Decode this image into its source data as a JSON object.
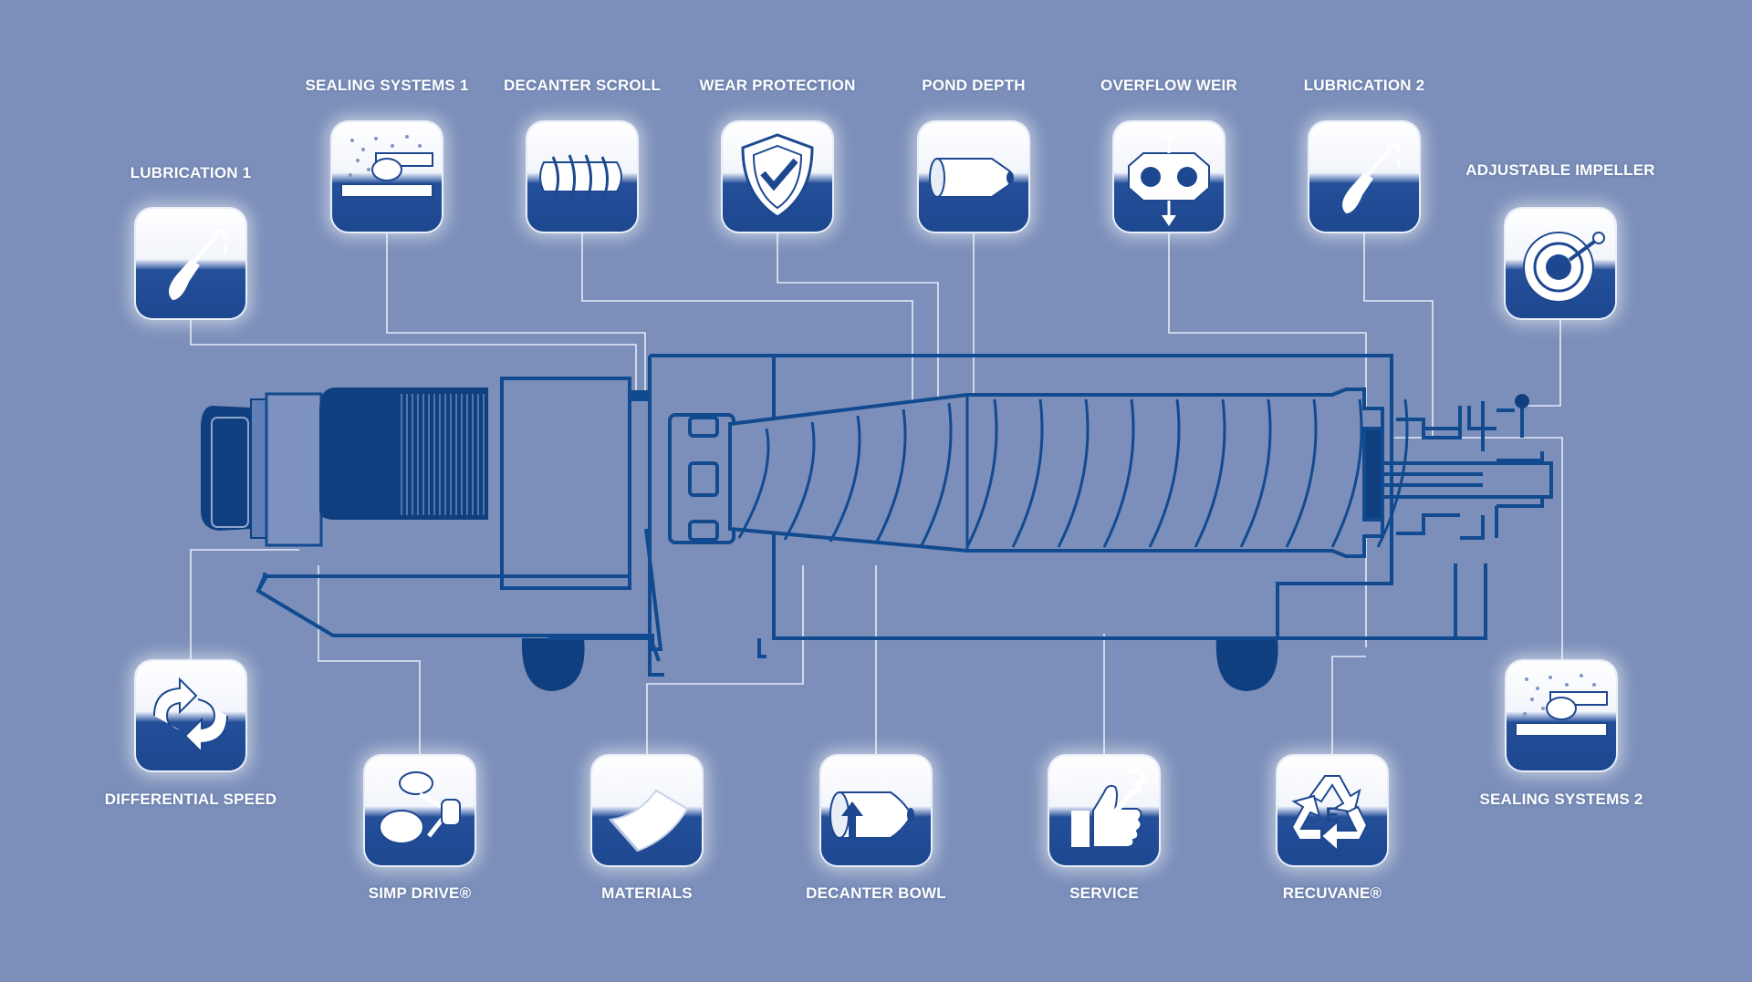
{
  "colors": {
    "background": "#7b8fba",
    "machine_navy": "#0f3f7f",
    "outline": "#124a8f",
    "connector": "#e4eaf6",
    "label": "#ffffff"
  },
  "features": [
    {
      "id": "lubrication-1",
      "label": "LUBRICATION 1",
      "icon": "oil-can-icon"
    },
    {
      "id": "sealing-systems-1",
      "label": "SEALING SYSTEMS 1",
      "icon": "seal-bearing-icon"
    },
    {
      "id": "decanter-scroll",
      "label": "DECANTER SCROLL",
      "icon": "scroll-screw-icon"
    },
    {
      "id": "wear-protection",
      "label": "WEAR PROTECTION",
      "icon": "shield-check-icon"
    },
    {
      "id": "pond-depth",
      "label": "POND DEPTH",
      "icon": "bowl-cylinder-icon"
    },
    {
      "id": "overflow-weir",
      "label": "OVERFLOW WEIR",
      "icon": "weir-plate-icon"
    },
    {
      "id": "lubrication-2",
      "label": "LUBRICATION 2",
      "icon": "oil-can-icon"
    },
    {
      "id": "adjustable-impeller",
      "label": "ADJUSTABLE IMPELLER",
      "icon": "impeller-icon"
    },
    {
      "id": "differential-speed",
      "label": "DIFFERENTIAL SPEED",
      "icon": "rotation-arrows-icon"
    },
    {
      "id": "simp-drive",
      "label": "SIMP DRIVE®",
      "icon": "drive-rollers-icon"
    },
    {
      "id": "materials",
      "label": "MATERIALS",
      "icon": "material-sheet-icon"
    },
    {
      "id": "decanter-bowl",
      "label": "DECANTER BOWL",
      "icon": "bowl-arrow-icon"
    },
    {
      "id": "service",
      "label": "SERVICE",
      "icon": "wrench-thumbs-up-icon"
    },
    {
      "id": "recuvane",
      "label": "RECUVANE®",
      "icon": "recycle-e-icon"
    },
    {
      "id": "sealing-systems-2",
      "label": "SEALING SYSTEMS 2",
      "icon": "seal-bearing-icon"
    }
  ]
}
